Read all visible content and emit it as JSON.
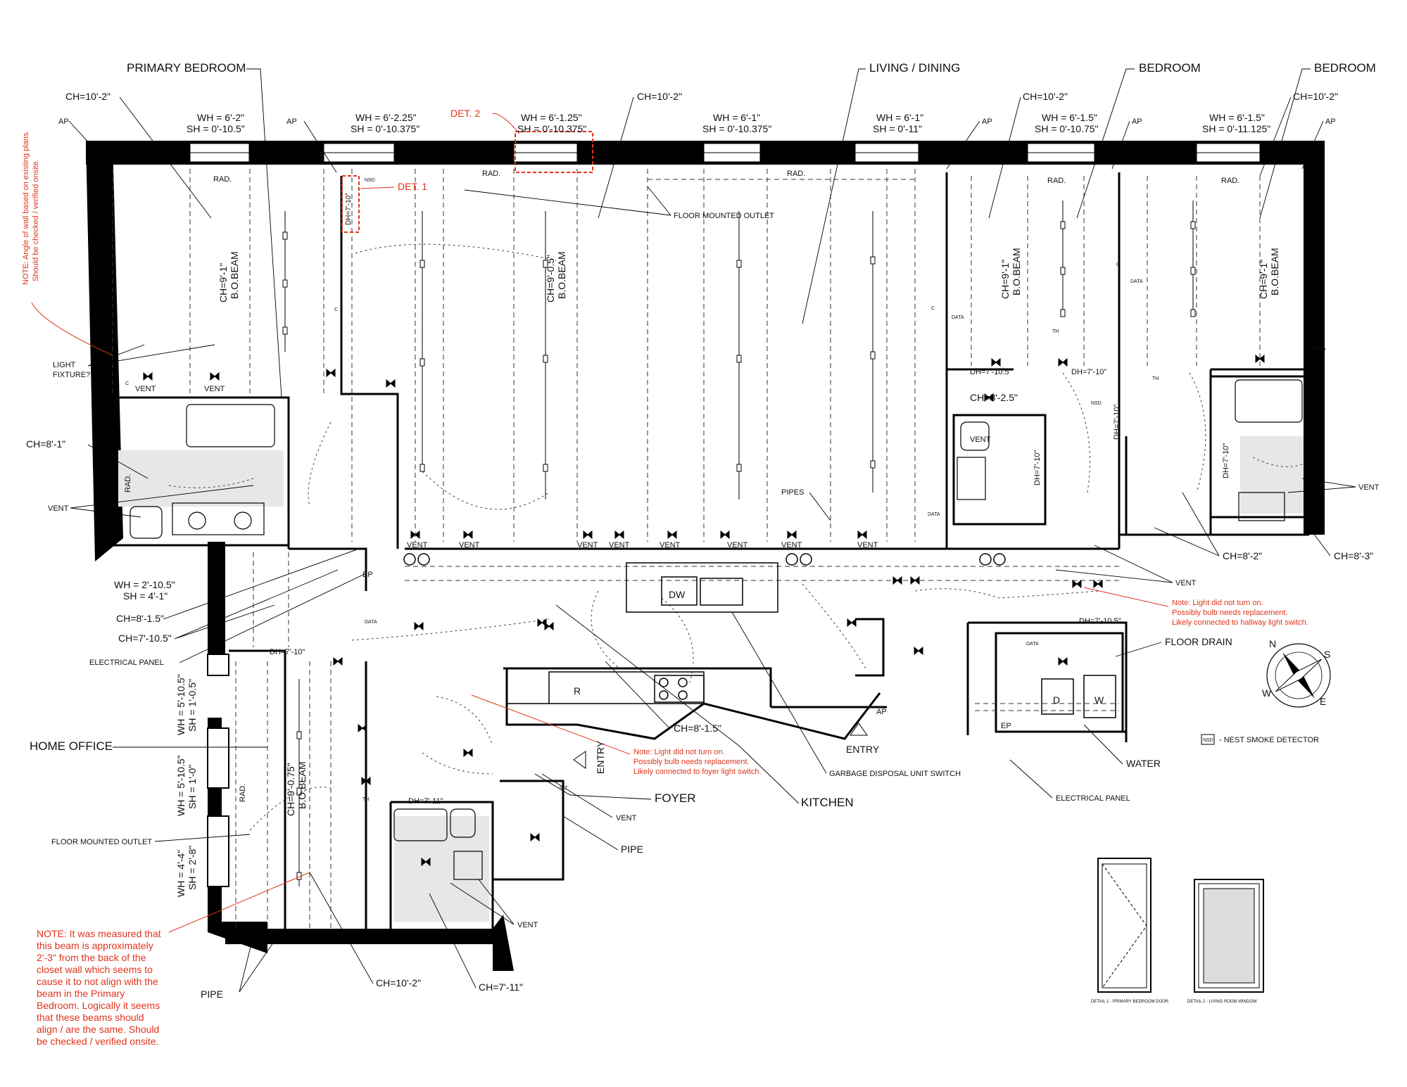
{
  "rooms": {
    "primary_bedroom": "PRIMARY BEDROOM",
    "living_dining": "LIVING / DINING",
    "bedroom_1": "BEDROOM",
    "bedroom_2": "BEDROOM",
    "home_office": "HOME OFFICE",
    "foyer": "FOYER",
    "kitchen": "KITCHEN"
  },
  "notes": {
    "wall_angle": [
      "NOTE: Angle of wall based on existing plans.",
      "Should be checked / verified onsite."
    ],
    "beam": [
      "NOTE: It was measured that",
      "this beam is approximately",
      "2'-3\" from the back of the",
      "closet wall which seems to",
      "cause it to not align with the",
      "beam in the Primary",
      "Bedroom. Logically it seems",
      "that these beams should",
      "align / are the same. Should",
      "be checked / verified onsite."
    ],
    "hall_light": [
      "Note: Light did not turn on.",
      "Possibly bulb needs replacement.",
      "Likely connected to hallway light switch."
    ],
    "foyer_light": [
      "Note: Light did not turn on.",
      "Possibly bulb needs replacement.",
      "Likely connected to foyer light switch."
    ]
  },
  "det_labels": {
    "det1": "DET. 1",
    "det2": "DET. 2"
  },
  "window_labels": [
    {
      "wh": "WH = 6'-2\"",
      "sh": "SH = 0'-10.5\""
    },
    {
      "wh": "WH = 6'-2.25\"",
      "sh": "SH = 0'-10.375\""
    },
    {
      "wh": "WH = 6'-1.25\"",
      "sh": "SH = 0'-10.375\""
    },
    {
      "wh": "WH = 6'-1\"",
      "sh": "SH = 0'-10.375\""
    },
    {
      "wh": "WH = 6'-1\"",
      "sh": "SH = 0'-11\""
    },
    {
      "wh": "WH = 6'-1.5\"",
      "sh": "SH = 0'-10.75\""
    },
    {
      "wh": "WH = 6'-1.5\"",
      "sh": "SH = 0'-11.125\""
    },
    {
      "wh": "WH = 2'-10.5\"",
      "sh": "SH = 4'-1\""
    }
  ],
  "vertical_window_labels": [
    {
      "wh": "WH = 5'-10.5\"",
      "sh": "SH = 1'-0.5\""
    },
    {
      "wh": "WH = 5'-10.5\"",
      "sh": "SH = 1'-0\""
    },
    {
      "wh": "WH = 4'-4\"",
      "sh": "SH = 2'-8\""
    }
  ],
  "ceiling_heights": {
    "ch_10_2": "CH=10'-2\"",
    "ch_8_1": "CH=8'-1\"",
    "ch_8_1_5": "CH=8'-1.5\"",
    "ch_7_10_5": "CH=7'-10.5\"",
    "ch_8_2": "CH=8'-2\"",
    "ch_8_3": "CH=8'-3\"",
    "ch_7_11": "CH=7'-11\"",
    "ch_8_2_5": "CH=8'-2.5\""
  },
  "beams": {
    "primary": [
      "CH=9'-1\"",
      "B.O.BEAM"
    ],
    "living": [
      "CH=9'-0.5\"",
      "B.O.BEAM"
    ],
    "bed1": [
      "CH=9'-1\"",
      "B.O.BEAM"
    ],
    "bed2": [
      "CH=9'-1\"",
      "B.O.BEAM"
    ],
    "office": [
      "CH=9'-0.75\"",
      "B.O.BEAM"
    ]
  },
  "door_heights": {
    "dh_7_10": "DH=7'-10\"",
    "dh_7_10_5": "DH=7'-10.5\"",
    "dh_7_11": "DH=7'-11\""
  },
  "callouts": {
    "ap": "AP",
    "rad": "RAD.",
    "vent": "VENT",
    "light_fixture": [
      "LIGHT",
      "FIXTURE?"
    ],
    "electrical_panel": "ELECTRICAL PANEL",
    "floor_outlet": "FLOOR MOUNTED OUTLET",
    "pipes": "PIPES",
    "pipe": "PIPE",
    "floor_drain": "FLOOR DRAIN",
    "water": "WATER",
    "garbage": "GARBAGE DISPOSAL UNIT SWITCH",
    "entry": "ENTRY",
    "dw": "DW",
    "r": "R",
    "ep": "EP",
    "d": "D",
    "w": "W",
    "data": "DATA",
    "th": "TH",
    "nsd": "NSD",
    "c": "C",
    "int": "INT"
  },
  "legend": {
    "nsd_icon": "NSD",
    "nsd_text": "- NEST SMOKE DETECTOR"
  },
  "details": {
    "d1": "DETAIL 1 - PRIMARY BEDROOM DOOR",
    "d2": "DETAIL 2 - LIVING ROOM WINDOW"
  },
  "compass": {
    "n": "N",
    "s": "S",
    "e": "E",
    "w": "W"
  }
}
